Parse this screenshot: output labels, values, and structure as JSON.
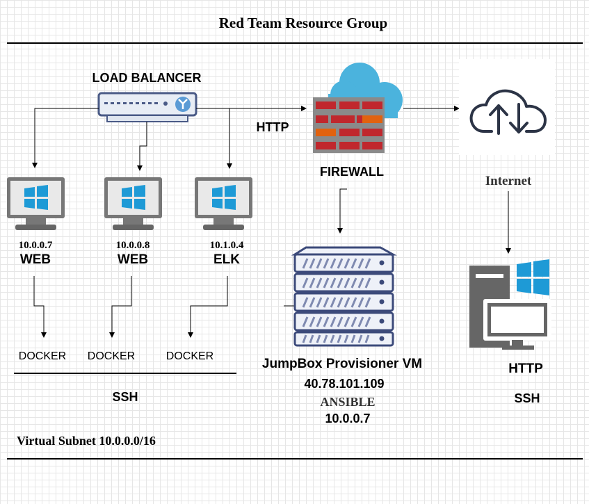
{
  "title": "Red Team Resource Group",
  "load_balancer": {
    "label": "LOAD BALANCER"
  },
  "http_link_label": "HTTP",
  "firewall": {
    "label": "FIREWALL"
  },
  "internet": {
    "label": "Internet"
  },
  "vms": [
    {
      "ip": "10.0.0.7",
      "name": "WEB",
      "container": "DOCKER"
    },
    {
      "ip": "10.0.0.8",
      "name": "WEB",
      "container": "DOCKER"
    },
    {
      "ip": "10.1.0.4",
      "name": "ELK",
      "container": "DOCKER"
    }
  ],
  "ssh_label": "SSH",
  "jumpbox": {
    "title": "JumpBox Provisioner VM",
    "public_ip": "40.78.101.109",
    "tool": "ANSIBLE",
    "private_ip": "10.0.0.7"
  },
  "workstation": {
    "protocol_1": "HTTP",
    "protocol_2": "SSH"
  },
  "subnet_label": "Virtual Subnet 10.0.0.0/16",
  "colors": {
    "windows_blue": "#1e9ad6",
    "firewall_red": "#c0272d",
    "firewall_orange": "#e1620f",
    "cloud_blue": "#4bb3dd",
    "server_navy": "#3c4a7a",
    "monitor_gray": "#666666"
  }
}
